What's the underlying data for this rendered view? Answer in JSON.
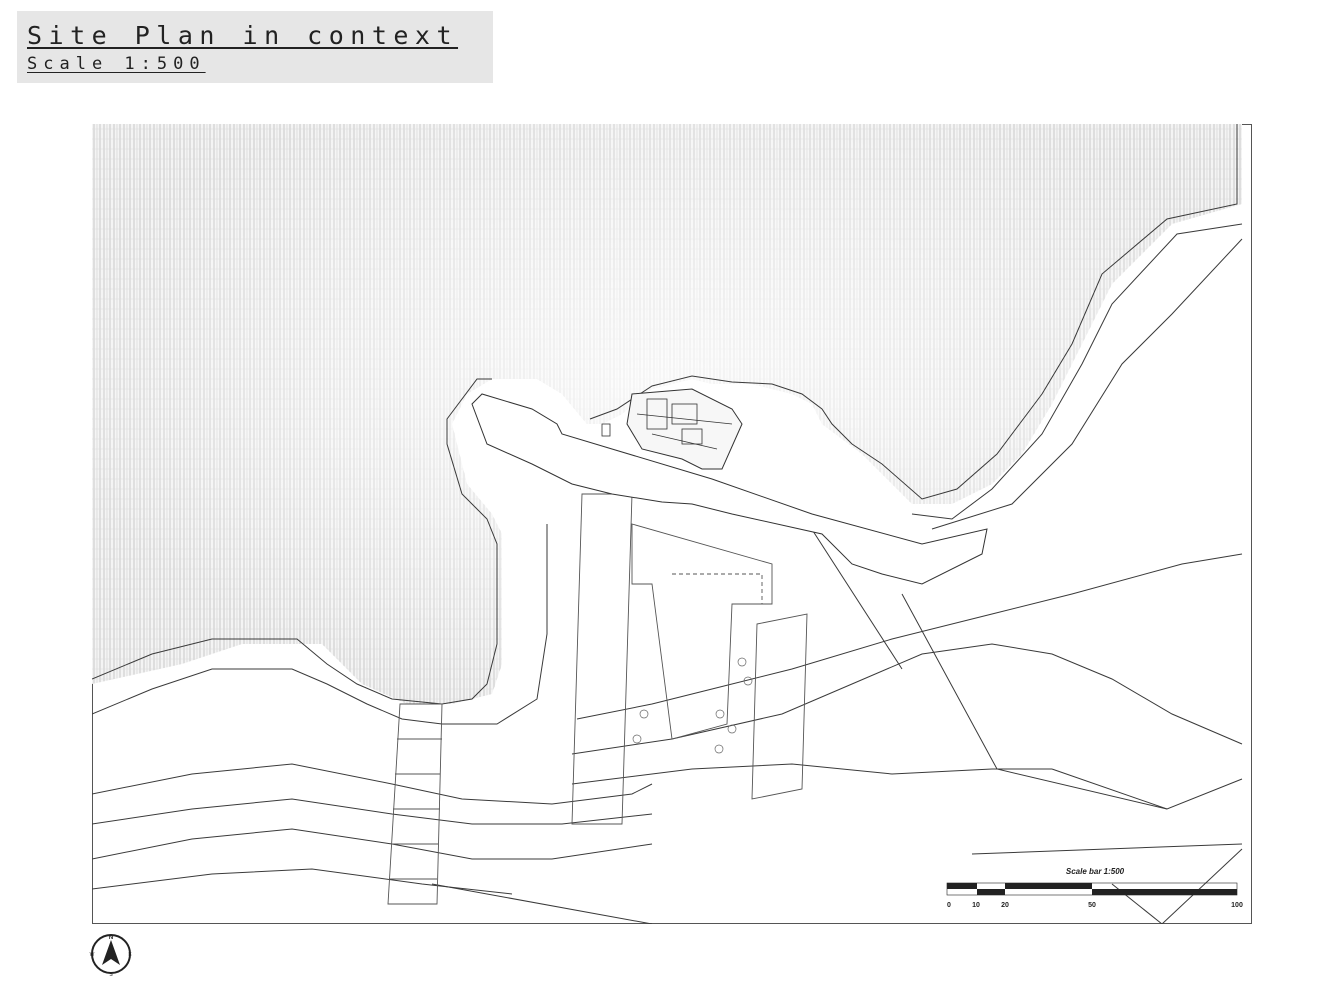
{
  "title": {
    "main": "Site Plan in context",
    "sub": "Scale 1:500"
  },
  "scale_bar": {
    "label": "Scale bar 1:500",
    "ticks": [
      "0",
      "10",
      "20",
      "50",
      "100"
    ]
  },
  "compass": {
    "north": "N",
    "south": "S",
    "east": "E",
    "west": "W",
    "icon": "north-arrow-icon"
  },
  "colors": {
    "title_bg": "#e6e6e6",
    "line": "#333333",
    "hatch": "#c9c9c9"
  }
}
